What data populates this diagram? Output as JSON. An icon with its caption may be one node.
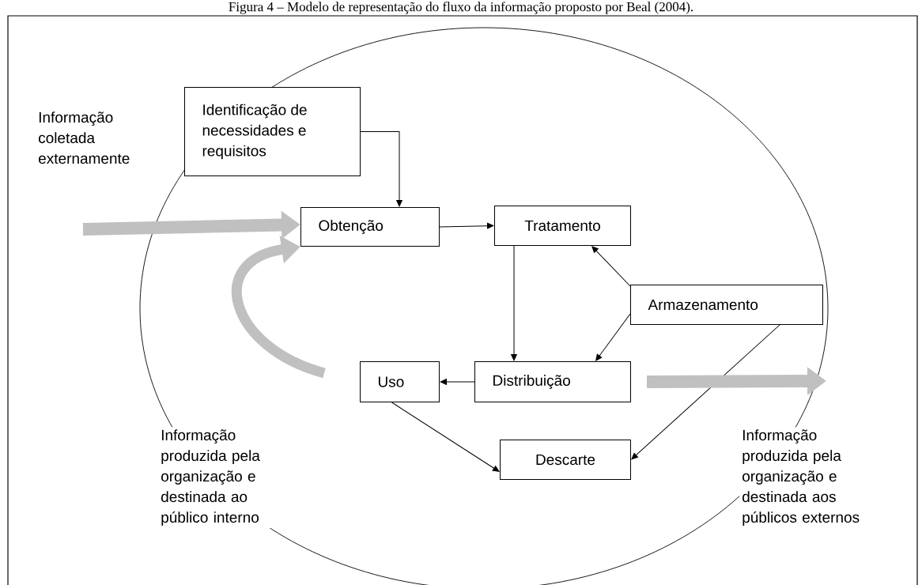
{
  "diagram": {
    "title": "Figura 4 – Modelo de representação do fluxo da informação proposto por Beal (2004).",
    "nodes": [
      {
        "text": [
          "Identificação de necessidades e requisitos"
        ]
      },
      {
        "text": [
          "Obtenção"
        ]
      },
      {
        "text": [
          "Tratamento"
        ]
      },
      {
        "text": [
          "Armazenamento"
        ]
      },
      {
        "text": [
          "Distribuição"
        ]
      },
      {
        "text": [
          "Uso"
        ]
      },
      {
        "text": [
          "Descarte"
        ]
      }
    ],
    "edges": [
      {
        "from": 0,
        "to": 1,
        "arrow": "to"
      },
      {
        "from": 1,
        "to": 2,
        "arrow": "to"
      },
      {
        "from": 2,
        "to": 4,
        "arrow": "to"
      },
      {
        "from": 3,
        "to": 2,
        "arrow": "to"
      },
      {
        "from": 3,
        "to": 4,
        "arrow": "to"
      },
      {
        "from": 4,
        "to": 5,
        "arrow": "to"
      },
      {
        "from": 5,
        "to": 6,
        "arrow": "to"
      },
      {
        "from": 3,
        "to": 6,
        "arrow": "to"
      },
      {
        "from": null,
        "to": 1,
        "arrow": "to",
        "style": "thick",
        "color": "#c0c0c0"
      },
      {
        "from": null,
        "to": 1,
        "arrow": "to",
        "style": "thick",
        "color": "#c0c0c0"
      },
      {
        "from": 4,
        "to": null,
        "arrow": "to",
        "style": "thick",
        "color": "#c0c0c0"
      }
    ],
    "labels": [
      "Informação coletada externamente",
      "Informação produzida pela organização e destinada ao público interno",
      "Informação produzida pela organização e destinada aos públicos externos"
    ]
  }
}
